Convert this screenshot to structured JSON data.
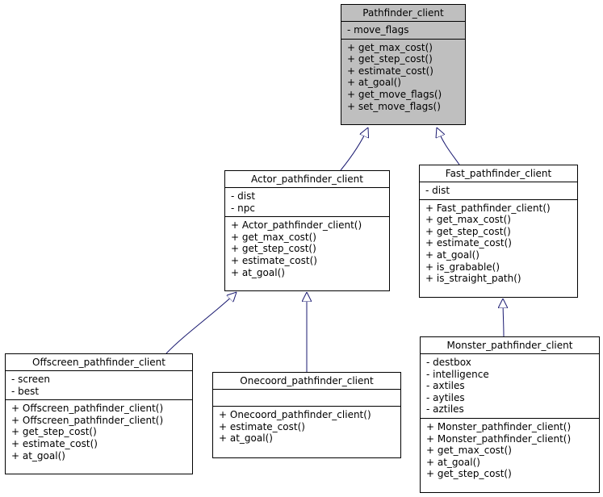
{
  "classes": [
    {
      "key": "pathfinder",
      "title": "Pathfinder_client",
      "attributes": [
        "- move_flags"
      ],
      "methods": [
        "+ get_max_cost()",
        "+ get_step_cost()",
        "+ estimate_cost()",
        "+ at_goal()",
        "+ get_move_flags()",
        "+ set_move_flags()"
      ]
    },
    {
      "key": "actor",
      "title": "Actor_pathfinder_client",
      "attributes": [
        "- dist",
        "- npc"
      ],
      "methods": [
        "+ Actor_pathfinder_client()",
        "+ get_max_cost()",
        "+ get_step_cost()",
        "+ estimate_cost()",
        "+ at_goal()"
      ]
    },
    {
      "key": "fast",
      "title": "Fast_pathfinder_client",
      "attributes": [
        "- dist"
      ],
      "methods": [
        "+ Fast_pathfinder_client()",
        "+ get_max_cost()",
        "+ get_step_cost()",
        "+ estimate_cost()",
        "+ at_goal()",
        "+ is_grabable()",
        "+ is_straight_path()"
      ]
    },
    {
      "key": "offscreen",
      "title": "Offscreen_pathfinder_client",
      "attributes": [
        "- screen",
        "- best"
      ],
      "methods": [
        "+ Offscreen_pathfinder_client()",
        "+ Offscreen_pathfinder_client()",
        "+ get_step_cost()",
        "+ estimate_cost()",
        "+ at_goal()"
      ]
    },
    {
      "key": "onecoord",
      "title": "Onecoord_pathfinder_client",
      "attributes": [],
      "methods": [
        "+ Onecoord_pathfinder_client()",
        "+ estimate_cost()",
        "+ at_goal()"
      ]
    },
    {
      "key": "monster",
      "title": "Monster_pathfinder_client",
      "attributes": [
        "- destbox",
        "- intelligence",
        "- axtiles",
        "- aytiles",
        "- aztiles"
      ],
      "methods": [
        "+ Monster_pathfinder_client()",
        "+ Monster_pathfinder_client()",
        "+ get_max_cost()",
        "+ at_goal()",
        "+ get_step_cost()"
      ]
    }
  ],
  "inheritance": [
    {
      "child": "actor",
      "parent": "pathfinder"
    },
    {
      "child": "fast",
      "parent": "pathfinder"
    },
    {
      "child": "offscreen",
      "parent": "actor"
    },
    {
      "child": "onecoord",
      "parent": "actor"
    },
    {
      "child": "monster",
      "parent": "fast"
    }
  ],
  "colors": {
    "highlight": "#bfbfbf",
    "edge": "#191970",
    "border": "#000000"
  }
}
